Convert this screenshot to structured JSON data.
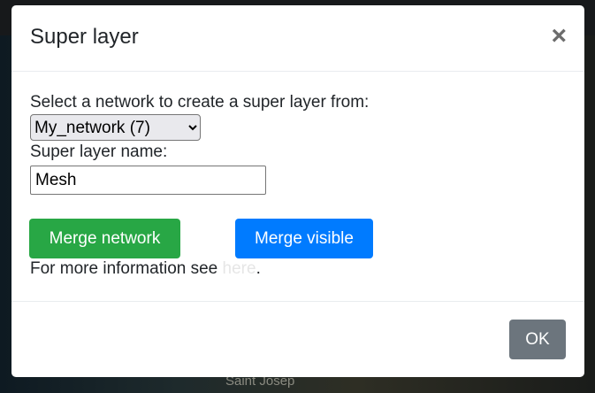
{
  "background": {
    "map_label": "Saint Josep"
  },
  "modal": {
    "title": "Super layer",
    "close_icon": "close-icon",
    "network_label": "Select a network to create a super layer from:",
    "network_selected": "My_network (7)",
    "name_label": "Super layer name:",
    "name_value": "Mesh",
    "merge_network_label": "Merge network",
    "merge_visible_label": "Merge visible",
    "info_prefix": "For more information see ",
    "info_link": "here",
    "info_suffix": ".",
    "ok_label": "OK"
  },
  "colors": {
    "success": "#28a745",
    "primary": "#007bff",
    "secondary": "#6c757d"
  }
}
